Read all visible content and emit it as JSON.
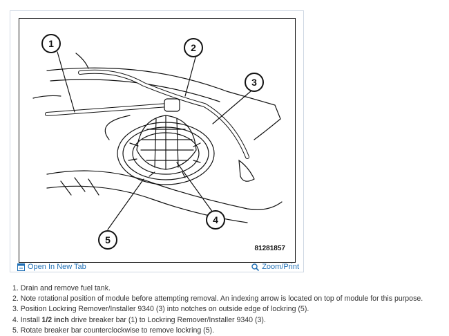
{
  "figure": {
    "id": "81281857",
    "callouts": [
      "1",
      "2",
      "3",
      "4",
      "5"
    ]
  },
  "toolbar": {
    "open_label": "Open In New Tab",
    "open_icon": "external-link-icon",
    "zoom_label": "Zoom/Print",
    "zoom_icon": "magnifier-icon",
    "link_color": "#1f6fb5"
  },
  "steps": [
    {
      "num": "1.",
      "pre": "Drain and remove fuel tank.",
      "bold": "",
      "post": ""
    },
    {
      "num": "2.",
      "pre": "Note rotational position of module before attempting removal. An indexing arrow is located on top of module for this purpose.",
      "bold": "",
      "post": ""
    },
    {
      "num": "3.",
      "pre": "Position Lockring Remover/Installer 9340 (3) into notches on outside edge of lockring (5).",
      "bold": "",
      "post": ""
    },
    {
      "num": "4.",
      "pre": "Install ",
      "bold": "1/2 inch",
      "post": " drive breaker bar (1) to Lockring Remover/Installer 9340 (3)."
    },
    {
      "num": "5.",
      "pre": "Rotate breaker bar counterclockwise to remove lockring (5).",
      "bold": "",
      "post": ""
    }
  ]
}
